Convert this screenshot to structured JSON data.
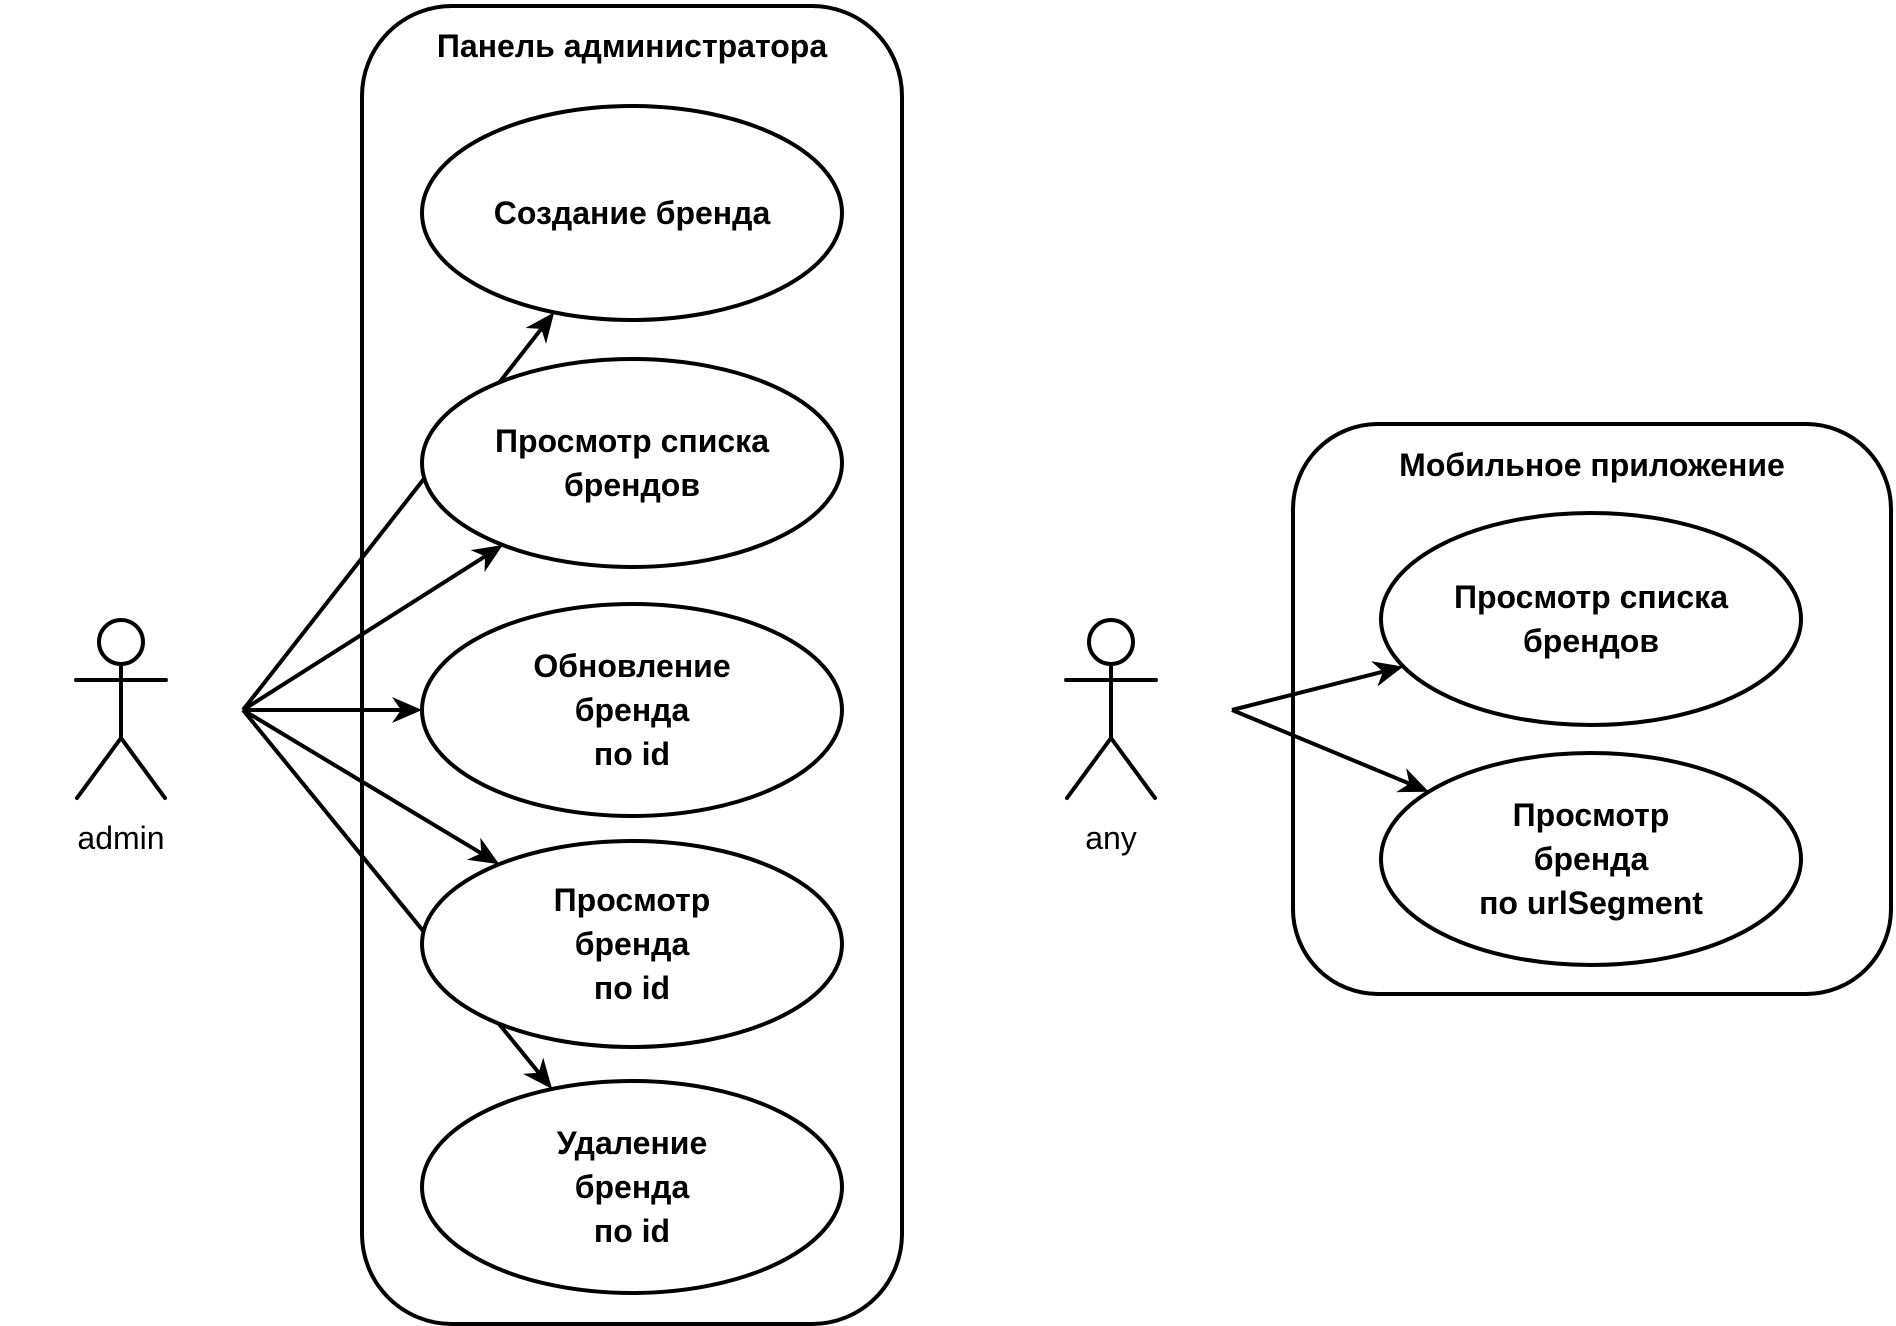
{
  "diagram": {
    "type": "use-case",
    "colors": {
      "stroke": "#000000",
      "background": "#ffffff",
      "text": "#000000"
    },
    "actors": [
      {
        "id": "admin",
        "name": "admin"
      },
      {
        "id": "any",
        "name": "any"
      }
    ],
    "boundaries": [
      {
        "id": "admin-panel",
        "title": "Панель администратора",
        "use_cases": [
          {
            "id": "uc-create-brand",
            "lines": [
              "Создание бренда"
            ]
          },
          {
            "id": "uc-list-brands",
            "lines": [
              "Просмотр списка",
              "брендов"
            ]
          },
          {
            "id": "uc-update-brand",
            "lines": [
              "Обновление",
              "бренда",
              "по id"
            ]
          },
          {
            "id": "uc-view-brand",
            "lines": [
              "Просмотр",
              "бренда",
              "по id"
            ]
          },
          {
            "id": "uc-delete-brand",
            "lines": [
              "Удаление",
              "бренда",
              "по id"
            ]
          }
        ]
      },
      {
        "id": "mobile-app",
        "title": "Мобильное приложение",
        "use_cases": [
          {
            "id": "uc-mobile-list-brands",
            "lines": [
              "Просмотр списка",
              "брендов"
            ]
          },
          {
            "id": "uc-mobile-view-brand",
            "lines": [
              "Просмотр",
              "бренда",
              "по urlSegment"
            ]
          }
        ]
      }
    ],
    "associations": [
      {
        "from": "admin",
        "to": "uc-create-brand"
      },
      {
        "from": "admin",
        "to": "uc-list-brands"
      },
      {
        "from": "admin",
        "to": "uc-update-brand"
      },
      {
        "from": "admin",
        "to": "uc-view-brand"
      },
      {
        "from": "admin",
        "to": "uc-delete-brand"
      },
      {
        "from": "any",
        "to": "uc-mobile-list-brands"
      },
      {
        "from": "any",
        "to": "uc-mobile-view-brand"
      }
    ]
  }
}
